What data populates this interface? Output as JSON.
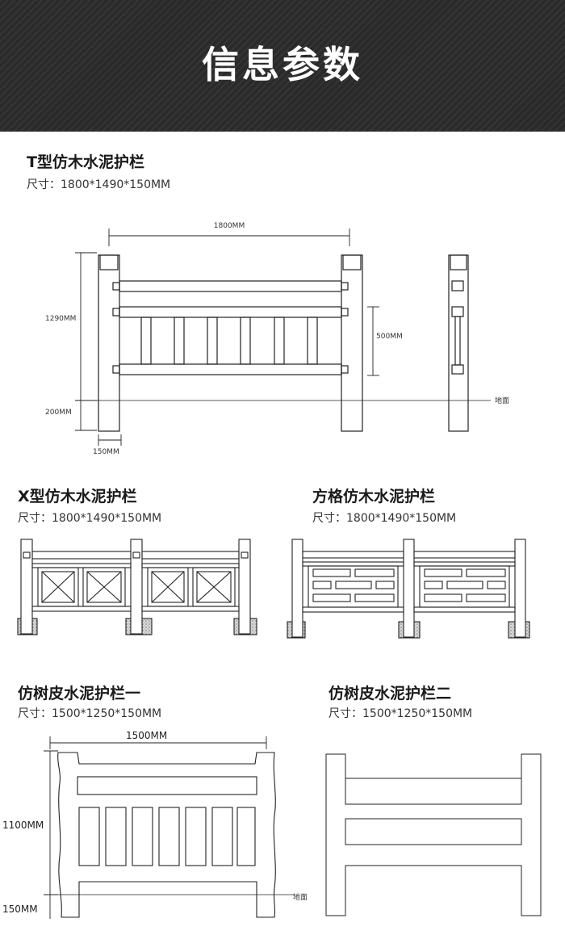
{
  "header": {
    "title": "信息参数"
  },
  "products": [
    {
      "name": "T型仿木水泥护栏",
      "size": "尺寸：1800*1490*150MM"
    },
    {
      "name": "X型仿木水泥护栏",
      "size": "尺寸：1800*1490*150MM"
    },
    {
      "name": "方格仿木水泥护栏",
      "size": "尺寸：1800*1490*150MM"
    },
    {
      "name": "仿树皮水泥护栏一",
      "size": "尺寸：1500*1250*150MM"
    },
    {
      "name": "仿树皮水泥护栏二",
      "size": "尺寸：1500*1250*150MM"
    }
  ],
  "dimensions": {
    "t_width": "1800MM",
    "t_height": "1290MM",
    "t_ground": "200MM",
    "t_post": "150MM",
    "t_gap": "500MM",
    "ground_label": "地面",
    "bark_width": "1500MM",
    "bark_height": "1100MM",
    "bark_ground": "150MM",
    "bark_ground_label": "地面"
  }
}
